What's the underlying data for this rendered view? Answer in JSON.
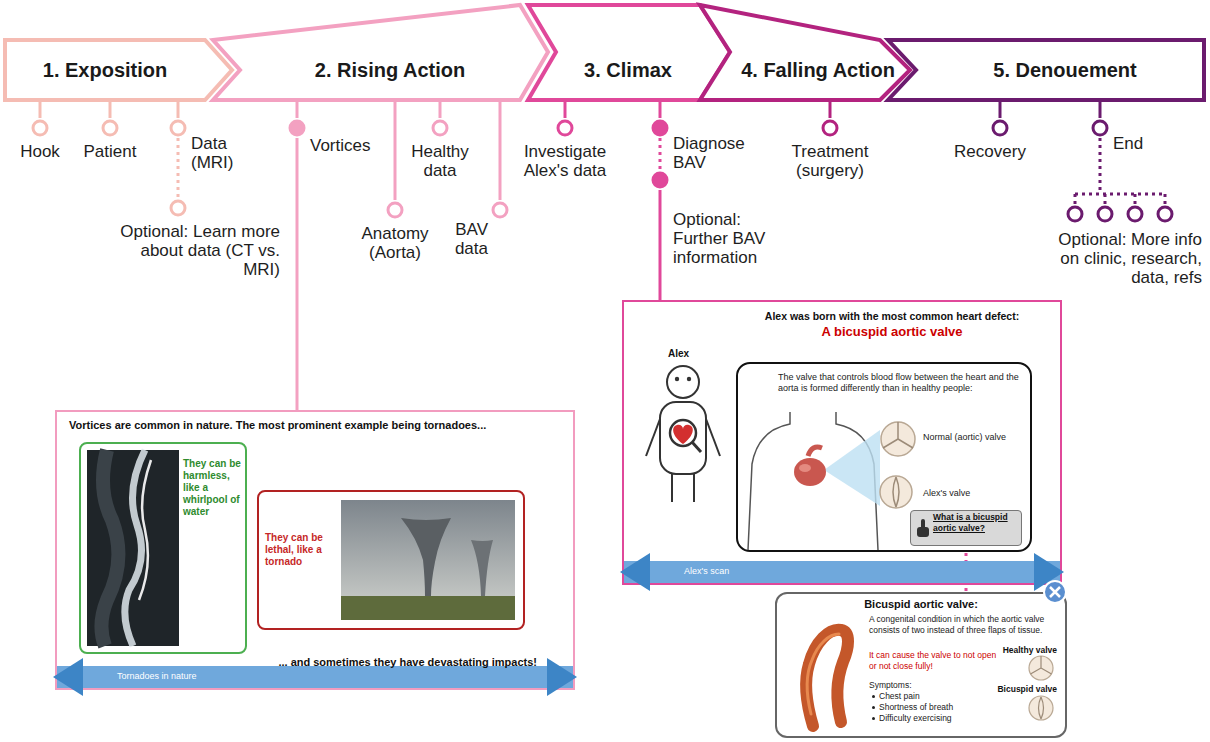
{
  "diagram": {
    "nodes": [
      {
        "text": [
          "1. Exposition"
        ]
      },
      {
        "text": [
          "2. Rising Action"
        ]
      },
      {
        "text": [
          "3. Climax"
        ]
      },
      {
        "text": [
          "4. Falling Action"
        ]
      },
      {
        "text": [
          "5. Denouement"
        ]
      },
      {
        "text": [
          "Hook"
        ]
      },
      {
        "text": [
          "Patient"
        ]
      },
      {
        "text": [
          "Data (MRI)"
        ]
      },
      {
        "text": [
          "Optional: Learn more about data (CT vs. MRI)"
        ]
      },
      {
        "text": [
          "Vortices"
        ]
      },
      {
        "text": [
          "Anatomy (Aorta)"
        ]
      },
      {
        "text": [
          "Healthy data"
        ]
      },
      {
        "text": [
          "BAV data"
        ]
      },
      {
        "text": [
          "Investigate Alex's data"
        ]
      },
      {
        "text": [
          "Diagnose BAV"
        ]
      },
      {
        "text": [
          "Optional: Further BAV information"
        ]
      },
      {
        "text": [
          "Treatment (surgery)"
        ]
      },
      {
        "text": [
          "Recovery"
        ]
      },
      {
        "text": [
          "End"
        ]
      },
      {
        "text": [
          "Optional: More info on clinic, research, data, refs"
        ]
      },
      {
        "text": [
          "Vortices are common in nature. The most prominent example being tornadoes...",
          "... and sometimes they have devastating impacts!",
          "Tornadoes in nature"
        ]
      },
      {
        "text": [
          "They can be harmless, like a whirlpool of water"
        ],
        "in": 20
      },
      {
        "text": [
          "They can be lethal, like a tornado"
        ],
        "in": 20
      },
      {
        "text": [
          "Alex was born with the most common heart defect:",
          "A bicuspid aortic valve",
          "Alex",
          "Alex's scan"
        ]
      },
      {
        "text": [
          "The valve that controls blood flow between the heart and the aorta is formed differently than in healthy people:",
          "Normal (aortic) valve",
          "Alex's valve"
        ],
        "in": 23
      },
      {
        "text": [
          "What is a bicuspid aortic valve?"
        ],
        "in": 24
      },
      {
        "text": [
          "Bicuspid aortic valve:",
          "A congenital condition in which the aortic valve consists of two instead of three flaps of tissue.",
          "It can cause the valve to not open or not close fully!",
          "Healthy valve",
          "Bicuspid valve",
          "Symptoms:",
          "Chest pain",
          "Shortness of breath",
          "Difficulty exercising"
        ]
      }
    ],
    "edges": [
      {
        "from": 0,
        "to": 5,
        "arrow": "none"
      },
      {
        "from": 0,
        "to": 6,
        "arrow": "none"
      },
      {
        "from": 0,
        "to": 7,
        "arrow": "none"
      },
      {
        "from": 7,
        "to": 8,
        "arrow": "none"
      },
      {
        "from": 1,
        "to": 9,
        "arrow": "none"
      },
      {
        "from": 1,
        "to": 10,
        "arrow": "none"
      },
      {
        "from": 1,
        "to": 11,
        "arrow": "none"
      },
      {
        "from": 1,
        "to": 12,
        "arrow": "none"
      },
      {
        "from": 2,
        "to": 13,
        "arrow": "none"
      },
      {
        "from": 2,
        "to": 14,
        "arrow": "none"
      },
      {
        "from": 14,
        "to": 15,
        "arrow": "none"
      },
      {
        "from": 3,
        "to": 16,
        "arrow": "none"
      },
      {
        "from": 4,
        "to": 17,
        "arrow": "none"
      },
      {
        "from": 4,
        "to": 18,
        "arrow": "none"
      },
      {
        "from": 18,
        "to": 19,
        "arrow": "none"
      },
      {
        "from": 9,
        "to": 20,
        "arrow": "none"
      },
      {
        "from": 15,
        "to": 23,
        "arrow": "none"
      },
      {
        "from": 25,
        "to": 26,
        "arrow": "none"
      }
    ]
  }
}
